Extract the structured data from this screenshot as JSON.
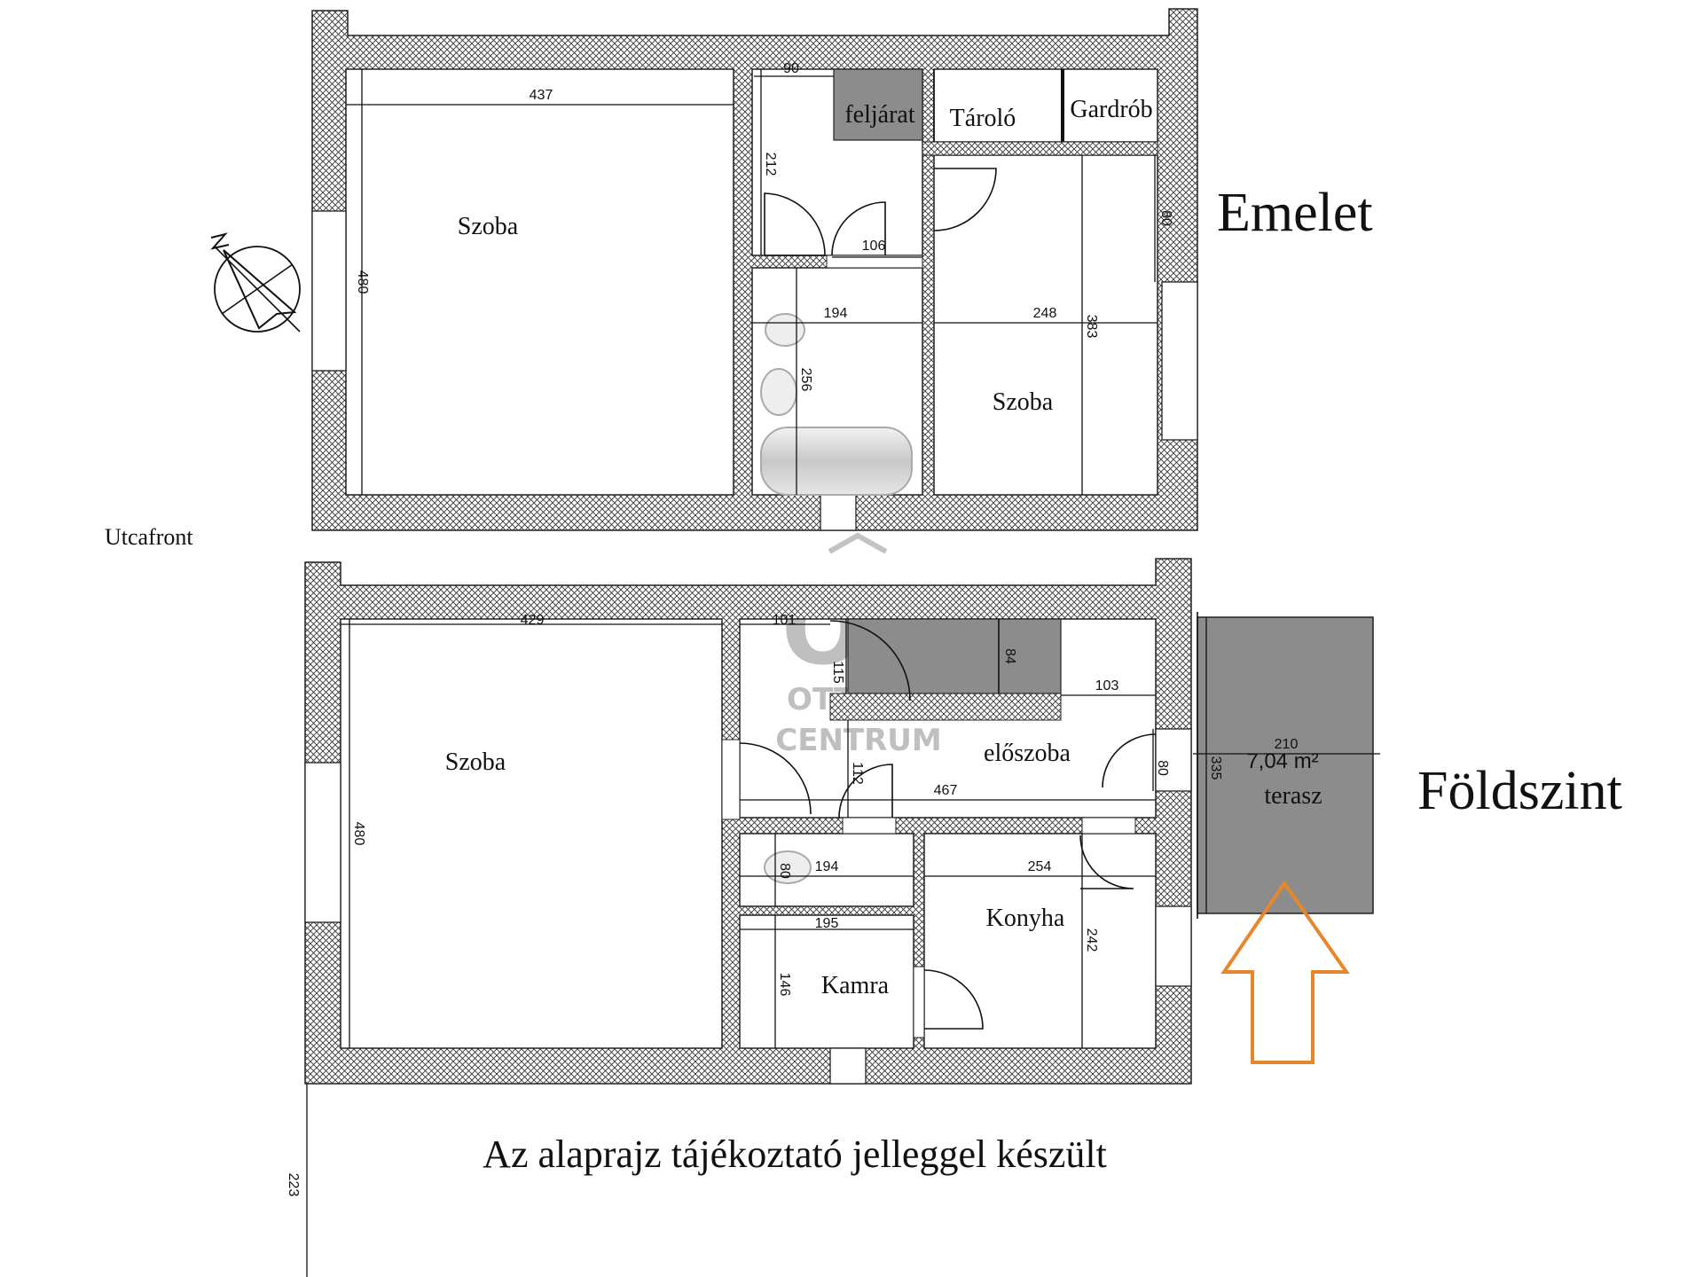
{
  "upper_floor": {
    "title": "Emelet",
    "rooms": {
      "room_left": "Szoba",
      "room_right": "Szoba",
      "stairs": "feljárat",
      "storage": "Tároló",
      "wardrobe": "Gardrób"
    },
    "dims": {
      "d437": "437",
      "d480": "480",
      "d90": "90",
      "d212": "212",
      "d106": "106",
      "d194": "194",
      "d256": "256",
      "d248": "248",
      "d383": "383",
      "d80": "80"
    }
  },
  "ground_floor": {
    "title": "Földszint",
    "rooms": {
      "room_left": "Szoba",
      "hall": "előszoba",
      "kitchen": "Konyha",
      "pantry": "Kamra",
      "terrace": "terasz",
      "terrace_area": "7,04 m²"
    },
    "dims": {
      "d429": "429",
      "d480": "480",
      "d101": "101",
      "d115": "115",
      "d84": "84",
      "d103": "103",
      "d112": "112",
      "d467": "467",
      "d80a": "80",
      "d194": "194",
      "d80b": "80",
      "d254": "254",
      "d195": "195",
      "d146": "146",
      "d242": "242",
      "d210": "210",
      "d335": "335",
      "d223": "223"
    }
  },
  "street_label": "Utcafront",
  "footnote": "Az alaprajz tájékoztató jelleggel készült",
  "watermark": {
    "logo": "OC",
    "line1": "OTTHON",
    "line2": "CENTRUM"
  },
  "colors": {
    "wall_hatch": "#333333",
    "fill_gray": "#8c8c8c",
    "entrance_arrow": "#e8862a"
  }
}
